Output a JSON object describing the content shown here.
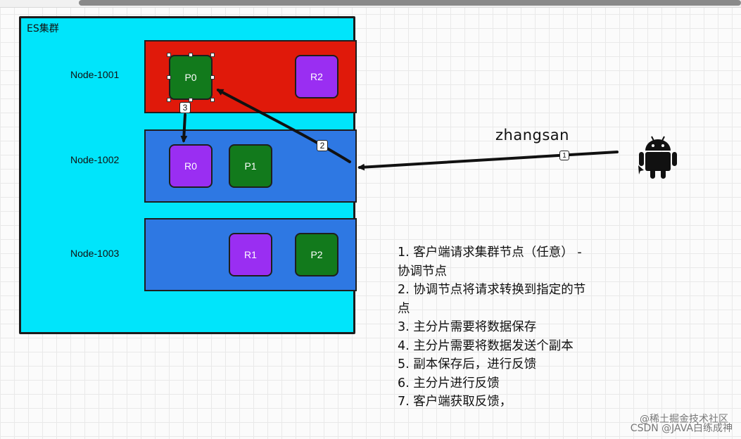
{
  "cluster": {
    "title": "ES集群"
  },
  "nodes": [
    {
      "label": "Node-1001",
      "color": "#e0190a",
      "shards": [
        "P0",
        "R2"
      ]
    },
    {
      "label": "Node-1002",
      "color": "#2e78e3",
      "shards": [
        "R0",
        "P1"
      ]
    },
    {
      "label": "Node-1003",
      "color": "#2e78e3",
      "shards": [
        "R1",
        "P2"
      ]
    }
  ],
  "colors": {
    "cluster_bg": "#00e5fb",
    "primary_shard": "#127a1c",
    "replica_shard": "#9a2ef2",
    "arrow": "#111111"
  },
  "client": {
    "name": "zhangsan",
    "icon": "android-icon"
  },
  "arrow_steps": [
    "1",
    "2",
    "3"
  ],
  "steps": [
    "1. 客户端请求集群节点（任意） -",
    "协调节点",
    "2. 协调节点将请求转换到指定的节",
    "点",
    "3. 主分片需要将数据保存",
    "4. 主分片需要将数据发送个副本",
    "5. 副本保存后，进行反馈",
    "6. 主分片进行反馈",
    "7. 客户端获取反馈，"
  ],
  "watermark": {
    "line1": "@稀土掘金技术社区",
    "line2": "CSDN @JAVA白练成神"
  }
}
